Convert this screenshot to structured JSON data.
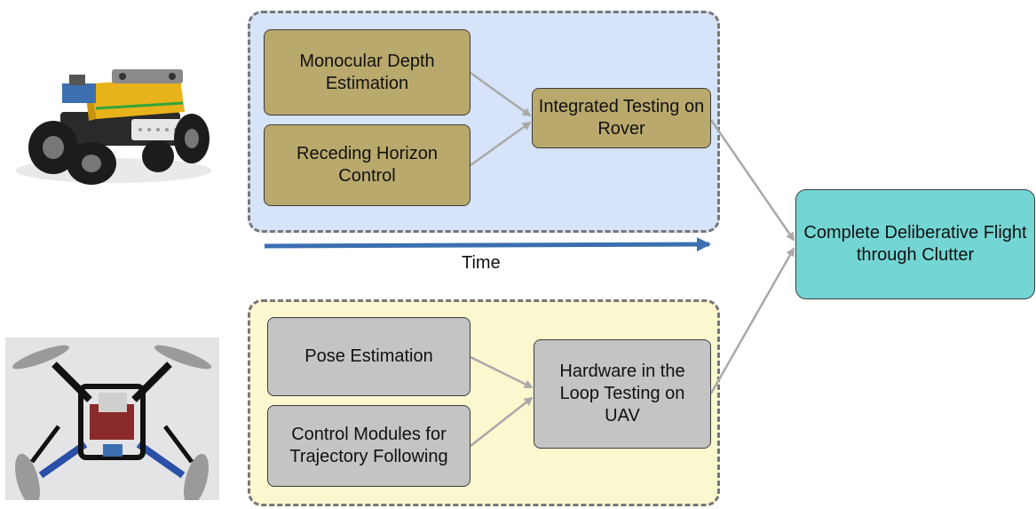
{
  "diagram": {
    "rover_group": {
      "boxes": {
        "monocular": "Monocular Depth Estimation",
        "receding": "Receding Horizon Control",
        "integrated": "Integrated Testing on Rover"
      }
    },
    "time_label": "Time",
    "uav_group": {
      "boxes": {
        "pose": "Pose Estimation",
        "control": "Control Modules for Trajectory Following",
        "hardware": "Hardware in the Loop Testing on UAV"
      }
    },
    "final_box": "Complete Deliberative Flight through Clutter"
  },
  "images": {
    "rover": "rover-photo",
    "uav": "quadrotor-photo"
  },
  "colors": {
    "rover_group_bg": "#d6e3f8",
    "uav_group_bg": "#fbf7cf",
    "olive_box": "#baa96c",
    "gray_box": "#c4c4c4",
    "teal_box": "#73d6d4",
    "time_arrow": "#3b6fb0",
    "connector": "#a9a9a9"
  }
}
